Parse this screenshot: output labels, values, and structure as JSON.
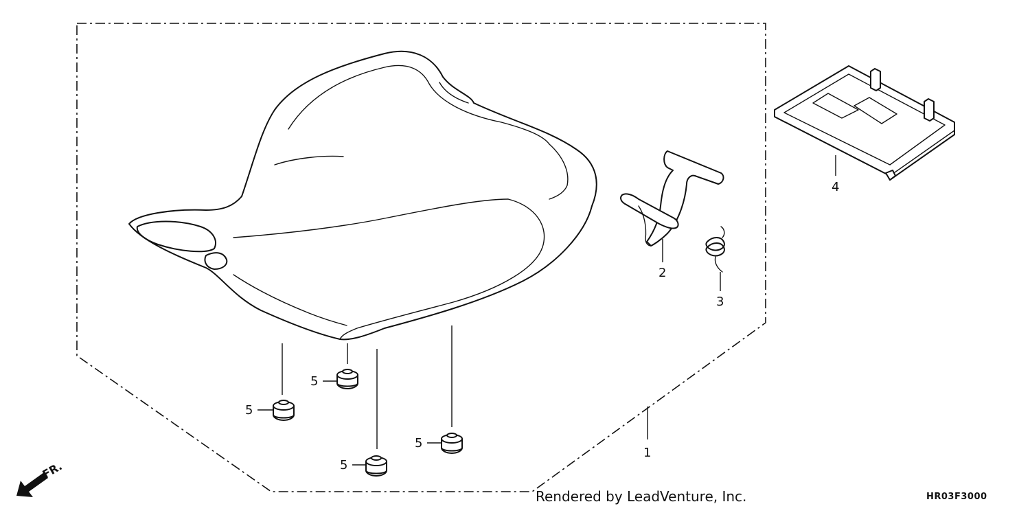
{
  "callouts": {
    "p1": "1",
    "p2": "2",
    "p3": "3",
    "p4": "4",
    "p5a": "5",
    "p5b": "5",
    "p5c": "5",
    "p5d": "5"
  },
  "direction_label": "FR.",
  "credit": "Rendered by LeadVenture, Inc.",
  "diagram_code": "HR03F3000"
}
